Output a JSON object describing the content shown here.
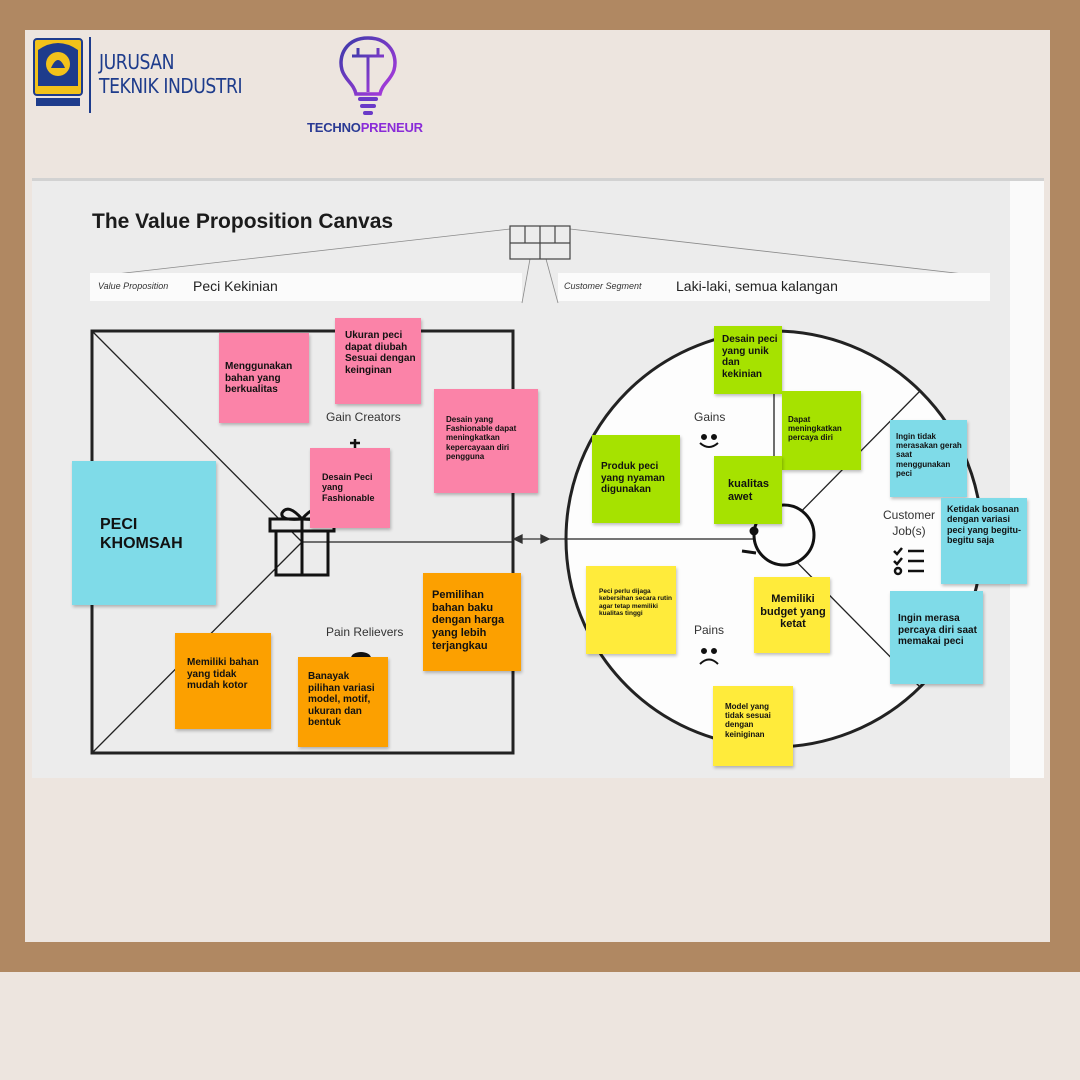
{
  "header": {
    "dept_line1": "JURUSAN",
    "dept_line2": "TEKNIK INDUSTRI",
    "brand_part1": "TECHNO",
    "brand_part2": "PRENEUR",
    "logo_icon": "uii-seal-icon",
    "brand_icon": "lightbulb-icon"
  },
  "canvas": {
    "title": "The Value Proposition Canvas",
    "value_proposition_label": "Value Proposition",
    "value_proposition_value": "Peci Kekinian",
    "customer_segment_label": "Customer Segment",
    "customer_segment_value": "Laki-laki, semua kalangan",
    "sections": {
      "gain_creators": "Gain Creators",
      "pain_relievers": "Pain Relievers",
      "gains": "Gains",
      "pains": "Pains",
      "customer_jobs": "Customer Job(s)"
    },
    "product_note": "PECI KHOMSAH",
    "gain_creators_notes": [
      "Menggunakan bahan yang berkualitas",
      "Ukuran peci dapat diubah Sesuai dengan keinginan",
      "Desain yang Fashionable dapat meningkatkan kepercayaan diri pengguna",
      "Desain Peci yang Fashionable"
    ],
    "pain_relievers_notes": [
      "Memiliki bahan yang tidak mudah kotor",
      "Banayak pilihan variasi model, motif, ukuran dan bentuk",
      "Pemilihan bahan baku dengan harga yang lebih terjangkau"
    ],
    "gains_notes": [
      "Desain peci yang unik dan kekinian",
      "Dapat meningkatkan percaya diri",
      "Produk peci yang nyaman digunakan",
      "kualitas awet"
    ],
    "pains_notes": [
      "Peci perlu dijaga kebersihan secara rutin agar tetap memiliki kualitas tinggi",
      "Memiliki budget yang ketat",
      "Model yang tidak sesuai dengan keiniginan"
    ],
    "customer_jobs_notes": [
      "Ingin tidak merasakan gerah saat menggunakan peci",
      "Ketidak bosanan dengan variasi peci yang begitu-begitu saja",
      "Ingin merasa percaya diri saat memakai peci"
    ],
    "colors": {
      "pink": "#fb83a8",
      "orange": "#fca000",
      "yellow": "#ffeb3b",
      "green": "#a6e200",
      "cyan": "#7fdbe8"
    }
  }
}
